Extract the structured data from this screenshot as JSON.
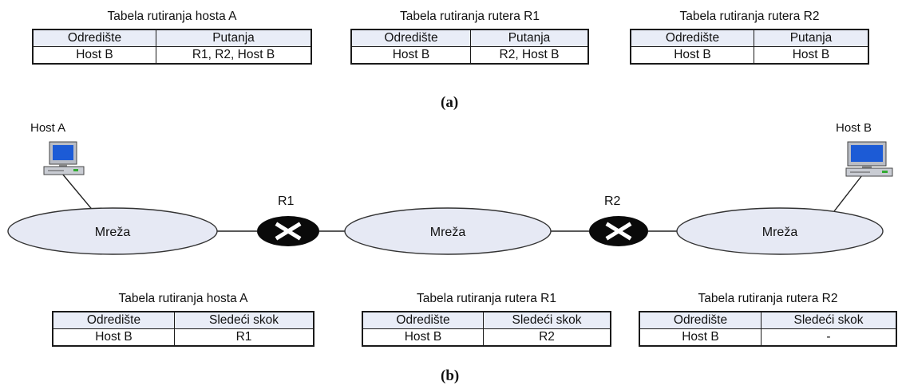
{
  "part_a": {
    "caption": "(a)",
    "tables": [
      {
        "title": "Tabela rutiranja hosta A",
        "headers": [
          "Odredište",
          "Putanja"
        ],
        "row": [
          "Host B",
          "R1, R2, Host B"
        ]
      },
      {
        "title": "Tabela rutiranja rutera R1",
        "headers": [
          "Odredište",
          "Putanja"
        ],
        "row": [
          "Host B",
          "R2, Host B"
        ]
      },
      {
        "title": "Tabela rutiranja rutera R2",
        "headers": [
          "Odredište",
          "Putanja"
        ],
        "row": [
          "Host B",
          "Host B"
        ]
      }
    ]
  },
  "network": {
    "host_a": "Host A",
    "host_b": "Host B",
    "router_1": "R1",
    "router_2": "R2",
    "networks": [
      "Mreža",
      "Mreža",
      "Mreža"
    ]
  },
  "part_b": {
    "caption": "(b)",
    "tables": [
      {
        "title": "Tabela rutiranja hosta A",
        "headers": [
          "Odredište",
          "Sledeći skok"
        ],
        "row": [
          "Host B",
          "R1"
        ]
      },
      {
        "title": "Tabela rutiranja rutera R1",
        "headers": [
          "Odredište",
          "Sledeći skok"
        ],
        "row": [
          "Host B",
          "R2"
        ]
      },
      {
        "title": "Tabela rutiranja rutera R2",
        "headers": [
          "Odredište",
          "Sledeći skok"
        ],
        "row": [
          "Host B",
          "-"
        ]
      }
    ]
  },
  "colors": {
    "network_fill": "#e6e9f4",
    "router_fill": "#0a0a0a",
    "table_header_fill": "#e9edf7",
    "monitor_screen": "#1c5bd6"
  }
}
